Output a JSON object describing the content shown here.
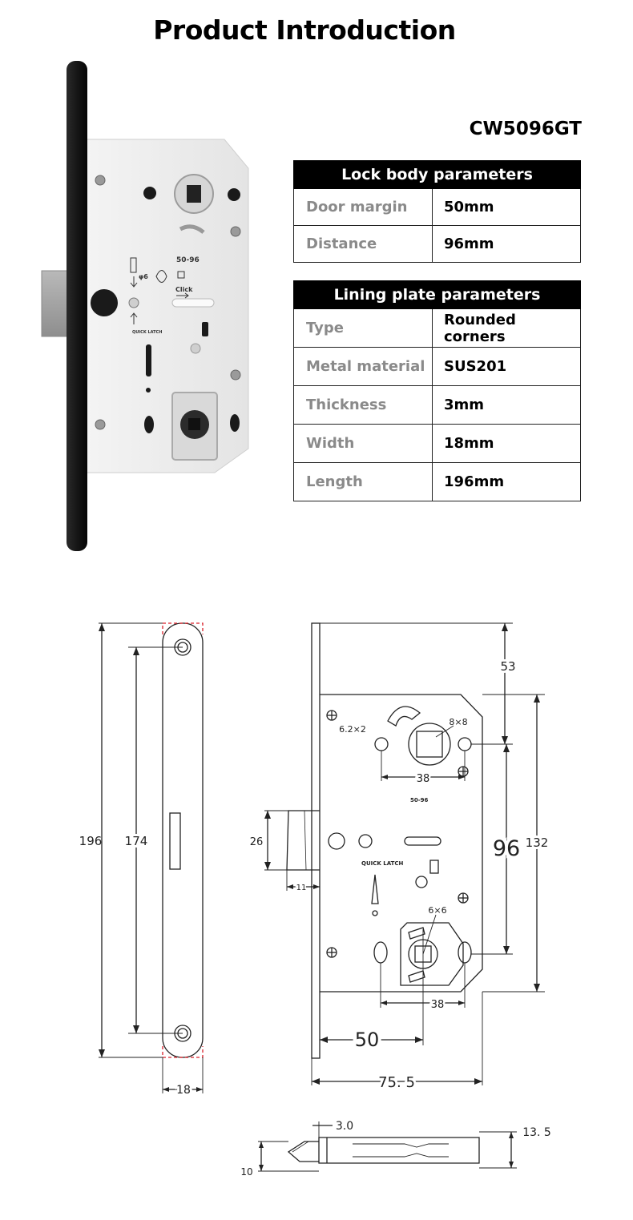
{
  "page_title": "Product Introduction",
  "model": "CW5096GT",
  "lock_body": {
    "header": "Lock body parameters",
    "rows": [
      {
        "key": "Door margin",
        "value": "50mm"
      },
      {
        "key": "Distance",
        "value": "96mm"
      }
    ]
  },
  "lining_plate": {
    "header": "Lining plate parameters",
    "rows": [
      {
        "key": "Type",
        "value": "Rounded corners"
      },
      {
        "key": "Metal material",
        "value": "SUS201"
      },
      {
        "key": "Thickness",
        "value": "3mm"
      },
      {
        "key": "Width",
        "value": "18mm"
      },
      {
        "key": "Length",
        "value": "196mm"
      }
    ]
  },
  "lock_markings": {
    "label_top": "50-96",
    "click": "Click",
    "phi": "φ6",
    "quick_latch": "QUICK LATCH"
  },
  "drawing": {
    "front_plate": {
      "length": "196",
      "hole_spacing": "174",
      "width": "18"
    },
    "lock_body": {
      "top_offset": "53",
      "hole_label": "6.2×2",
      "square_top": "8×8",
      "hole_spacing_top": "38",
      "distance": "96",
      "body_height": "132",
      "latch_height": "26",
      "latch_projection": "11",
      "square_bottom": "6×6",
      "hole_spacing_bottom": "38",
      "backset": "50",
      "total_width": "75. 5"
    },
    "side_view": {
      "thickness": "3.0",
      "height": "13. 5",
      "latch": "10"
    }
  }
}
